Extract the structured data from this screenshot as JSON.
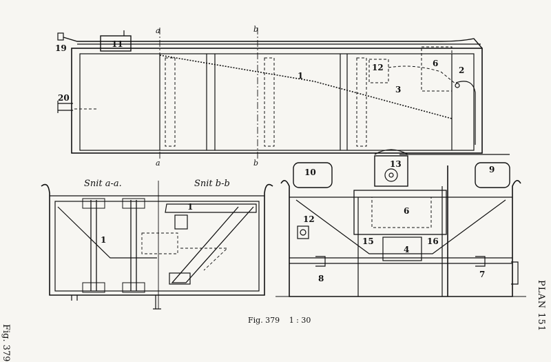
{
  "plate": {
    "header": "PLAN 151",
    "side_caption": "Fig. 379"
  },
  "caption": {
    "figure": "Fig. 379",
    "scale": "1 : 30"
  },
  "sections": {
    "a": "Snit a-a.",
    "b": "Snit b-b"
  },
  "section_marks": {
    "a": "a",
    "b": "b"
  },
  "part_labels": {
    "p1": "1",
    "p2": "2",
    "p3": "3",
    "p4": "4",
    "p6": "6",
    "p7": "7",
    "p8": "8",
    "p9": "9",
    "p10": "10",
    "p11": "11",
    "p12": "12",
    "p13": "13",
    "p15": "15",
    "p16": "16",
    "p19": "19",
    "p20": "20"
  }
}
